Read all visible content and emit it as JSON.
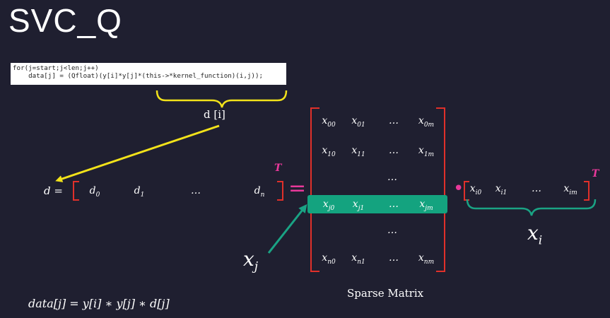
{
  "title": "SVC_Q",
  "code": {
    "line1": "for(j=start;j<len;j++)",
    "line2": "    data[j] = (Qfloat)(y[i]*y[j]*(this->*kernel_function)(i,j));"
  },
  "d_label": "d [i]",
  "d_vector": {
    "lhs": "d =",
    "entries": [
      "d",
      "d",
      "…",
      "d"
    ],
    "subs": [
      "0",
      "1",
      "",
      "n"
    ],
    "transpose": "T"
  },
  "equals": "=",
  "matrix": {
    "rows": [
      {
        "cells": [
          "x",
          "x",
          "…",
          "x"
        ],
        "subs": [
          "00",
          "01",
          "",
          "0m"
        ]
      },
      {
        "cells": [
          "x",
          "x",
          "…",
          "x"
        ],
        "subs": [
          "10",
          "11",
          "",
          "1m"
        ]
      },
      {
        "cells": [
          "",
          "",
          "…",
          ""
        ],
        "subs": [
          "",
          "",
          "",
          ""
        ]
      },
      {
        "cells": [
          "x",
          "x",
          "…",
          "x"
        ],
        "subs": [
          "j0",
          "j1",
          "",
          "jm"
        ]
      },
      {
        "cells": [
          "",
          "",
          "…",
          ""
        ],
        "subs": [
          "",
          "",
          "",
          ""
        ]
      },
      {
        "cells": [
          "x",
          "x",
          "…",
          "x"
        ],
        "subs": [
          "n0",
          "n1",
          "",
          "nm"
        ]
      }
    ],
    "highlight_row": 3,
    "caption": "Sparse Matrix"
  },
  "dot": "•",
  "xi_vector": {
    "entries": [
      "x",
      "x",
      "…",
      "x"
    ],
    "subs": [
      "i0",
      "i1",
      "",
      "im"
    ],
    "transpose": "T"
  },
  "xj_label": {
    "base": "x",
    "sub": "j"
  },
  "xi_label": {
    "base": "x",
    "sub": "i"
  },
  "formula": "data[j] = y[i] ∗ y[j] ∗ d[j]",
  "colors": {
    "background": "#1f1f30",
    "bracket": "#e0302a",
    "accent": "#e8389a",
    "brace_yellow": "#f2e21a",
    "highlight_green": "#14a37f",
    "green_arrow": "#1aa384"
  }
}
